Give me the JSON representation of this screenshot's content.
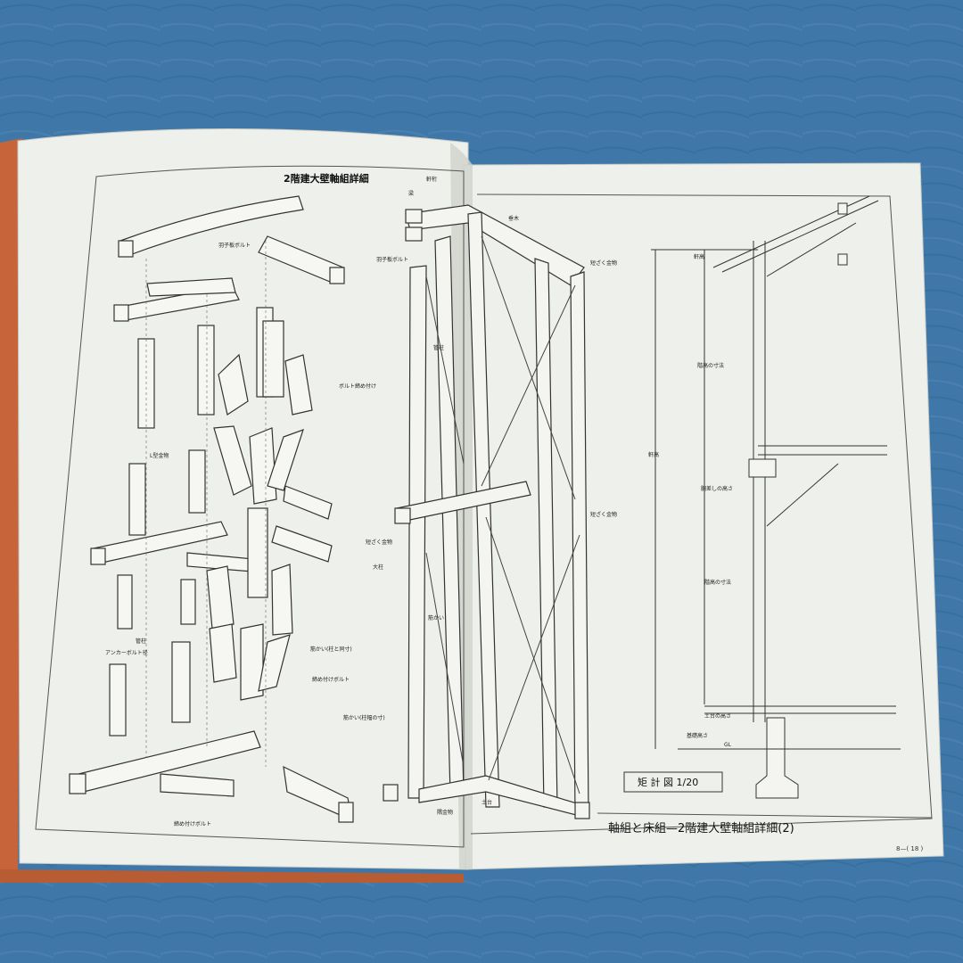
{
  "left_page": {
    "title": "2階建大壁軸組詳細",
    "labels": {
      "a": "羽子板ボルト",
      "b": "ボルト締め付け",
      "c": "L型金物",
      "d": "アンカーボルト径",
      "e": "筋かい(柱と同寸)",
      "f": "締め付けボルト",
      "g": "締め付けボルト",
      "h": "管柱"
    }
  },
  "middle_labels": {
    "a": "軒桁",
    "b": "梁",
    "c": "羽子板ボルト",
    "d": "管柱",
    "e": "短ざく金物",
    "f": "大柱",
    "g": "筋かい",
    "h": "筋かい(柱幅の寸)",
    "i": "隅金物",
    "j": "土台",
    "k": "垂木",
    "l": "短ざく金物",
    "m": "短ざく金物"
  },
  "right_page": {
    "labels": {
      "a": "軒高",
      "b": "階高の寸法",
      "c": "軒高",
      "d": "胴差しの高さ",
      "e": "階高の寸法",
      "f": "土台の高さ",
      "g": "基礎高さ",
      "h": "GL"
    },
    "scale_box": "矩 計 図 1/20",
    "caption_box": "軸組と床組—2階建大壁軸組詳細(2)",
    "page_number": "8—( 18 )"
  }
}
